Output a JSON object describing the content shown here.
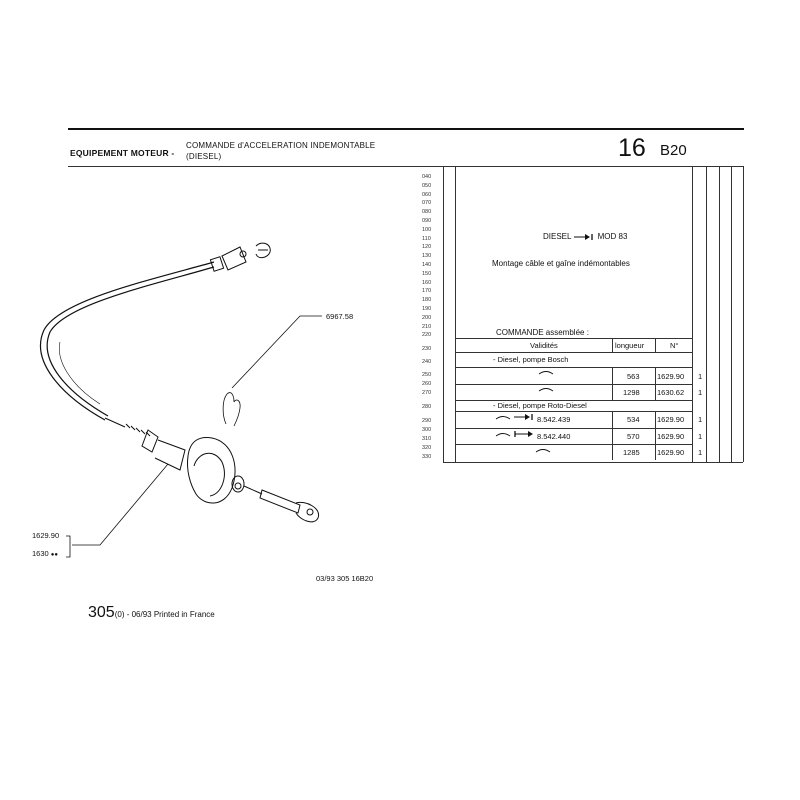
{
  "header": {
    "section": "EQUIPEMENT MOTEUR -",
    "title_line1": "COMMANDE d'ACCELERATION INDEMONTABLE",
    "title_line2": "(DIESEL)",
    "group_number": "16",
    "group_code": "B20"
  },
  "row_numbers": [
    "040",
    "050",
    "060",
    "070",
    "080",
    "090",
    "100",
    "110",
    "120",
    "130",
    "140",
    "150",
    "160",
    "170",
    "180",
    "190",
    "200",
    "210",
    "220",
    "230",
    "240",
    "250",
    "260",
    "270",
    "280",
    "290",
    "300",
    "310",
    "320",
    "330"
  ],
  "notes": {
    "diesel_prefix": "DIESEL",
    "diesel_suffix": "MOD 83",
    "montage": "Montage câble et gaîne indémontables",
    "commande": "COMMANDE assemblée :"
  },
  "table": {
    "headers": [
      "Validités",
      "longueur",
      "N°"
    ],
    "groups": [
      {
        "label": "- Diesel, pompe Bosch",
        "rows": [
          {
            "validity": "",
            "length": "563",
            "number": "1629.90",
            "qty": "1"
          },
          {
            "validity": "",
            "length": "1298",
            "number": "1630.62",
            "qty": "1"
          }
        ]
      },
      {
        "label": "- Diesel, pompe Roto-Diesel",
        "rows": [
          {
            "validity": "8.542.439",
            "length": "534",
            "number": "1629.90",
            "qty": "1"
          },
          {
            "validity": "8.542.440",
            "length": "570",
            "number": "1629.90",
            "qty": "1"
          },
          {
            "validity": "",
            "length": "1285",
            "number": "1629.90",
            "qty": "1"
          }
        ]
      }
    ]
  },
  "drawing": {
    "callout_ref": "6967.58",
    "ref_1": "1629.90",
    "ref_2": "1630"
  },
  "footer": {
    "date_code": "03/93  305  16B20",
    "page": "305",
    "page_suffix": "(0) - 06/93 Printed in France"
  }
}
